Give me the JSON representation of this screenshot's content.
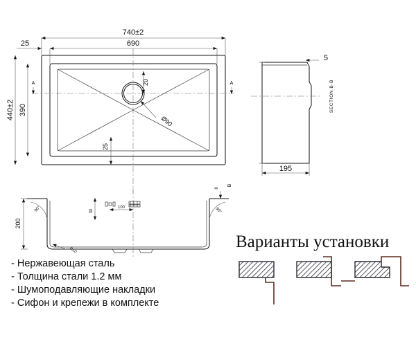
{
  "drawing": {
    "title": "Kitchen sink technical drawing",
    "top_view": {
      "name": "top-view",
      "dimensions": {
        "outer_width": "740±2",
        "inner_width": "690",
        "outer_height": "440±2",
        "inner_height": "390",
        "edge_offset": "25",
        "drain_offset_vertical": "20",
        "drain_diameter": "Ø90",
        "drain_offset_bottom": "25"
      },
      "section_marks": {
        "left": "A",
        "right": "A",
        "bottom": "B"
      }
    },
    "section_view": {
      "name": "section-b-b",
      "label": "SECTION B-B",
      "dimensions": {
        "lip": "5",
        "depth": "195"
      }
    },
    "front_section": {
      "name": "section-a-a",
      "dimensions": {
        "bowl_depth": "200",
        "corner_radius": "R10",
        "left_angle": "90°",
        "right_angle": "90°",
        "rim_thickness": "8",
        "drain_height": "30",
        "drain_span": "100"
      }
    }
  },
  "features": {
    "name": "features-list",
    "items": [
      "- Нержавеющая сталь",
      "- Толщина стали 1.2 мм",
      "- Шумоподавляющие накладки",
      "- Сифон и крепежи в комплекте"
    ]
  },
  "installation": {
    "name": "installation-options",
    "title": "Варианты установки",
    "variants": [
      {
        "name": "undermount",
        "label": ""
      },
      {
        "name": "flushmount",
        "label": ""
      },
      {
        "name": "overmount",
        "label": ""
      }
    ]
  },
  "colors": {
    "line": "#111111",
    "dimension_line": "#555555",
    "center_line": "#777777",
    "install_line": "#5c2b20",
    "hatch_border": "#2a2a35",
    "background": "#ffffff"
  }
}
